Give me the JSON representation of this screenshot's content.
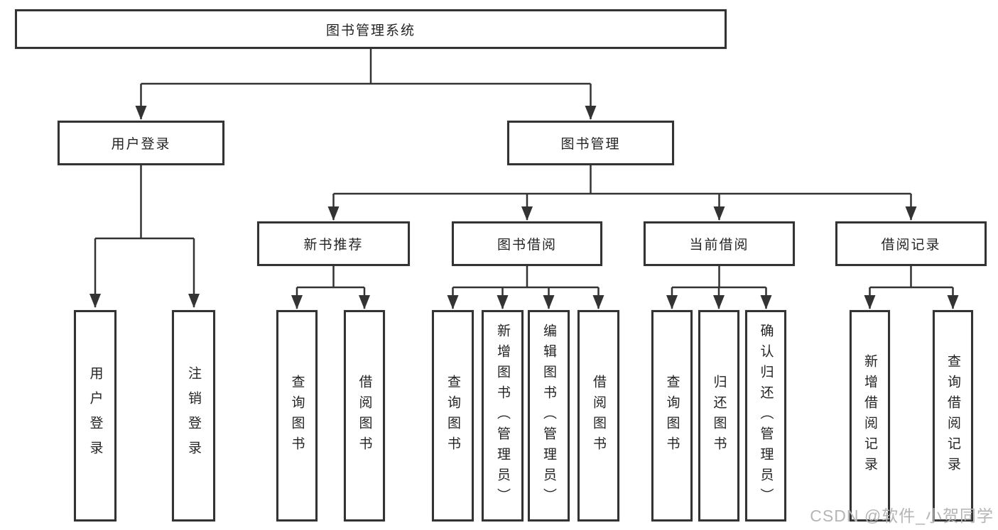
{
  "colors": {
    "line": "#333333",
    "text": "#242424",
    "watermark": "#b5b5b5",
    "background": "#ffffff"
  },
  "watermark": {
    "text": "CSDN @软件_小贺同学"
  },
  "tree": {
    "root": {
      "label": "图书管理系统"
    },
    "level2": [
      {
        "label": "用户登录"
      },
      {
        "label": "图书管理"
      }
    ],
    "level3": [
      {
        "label": "新书推荐"
      },
      {
        "label": "图书借阅"
      },
      {
        "label": "当前借阅"
      },
      {
        "label": "借阅记录"
      }
    ],
    "leaves": {
      "login": [
        "用户登录",
        "注销登录"
      ],
      "recommend": [
        "查询图书",
        "借阅图书"
      ],
      "borrow": [
        "查询图书",
        "新增图书（管理员）",
        "编辑图书（管理员）",
        "借阅图书"
      ],
      "current": [
        "查询图书",
        "归还图书",
        "确认归还（管理员）"
      ],
      "records": [
        "新增借阅记录",
        "查询借阅记录"
      ]
    }
  }
}
